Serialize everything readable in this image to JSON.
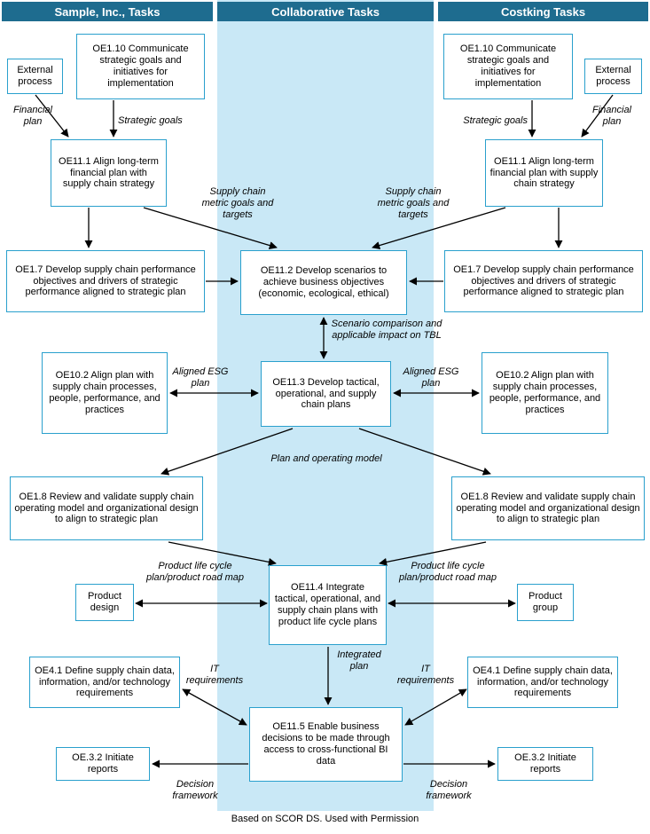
{
  "header": {
    "left": "Sample, Inc., Tasks",
    "middle": "Collaborative Tasks",
    "right": "Costking Tasks"
  },
  "boxes": {
    "external_process": "External process",
    "oe1_10": "OE1.10 Communicate strategic goals and initiatives for implementation",
    "oe11_1": "OE11.1 Align long-term financial plan with supply chain strategy",
    "oe1_7": "OE1.7 Develop supply chain performance objectives and drivers of strategic performance aligned to strategic plan",
    "oe11_2": "OE11.2 Develop scenarios to achieve business objectives (economic, ecological, ethical)",
    "oe10_2": "OE10.2 Align plan with supply chain processes, people, performance, and practices",
    "oe11_3": "OE11.3 Develop tactical, operational, and supply chain plans",
    "oe1_8": "OE1.8 Review and validate supply chain operating model and organizational design to align to strategic plan",
    "oe11_4": "OE11.4 Integrate tactical, operational, and supply chain plans with product life cycle plans",
    "product_design": "Product design",
    "product_group": "Product group",
    "oe4_1": "OE4.1 Define supply chain data, information, and/or technology requirements",
    "oe11_5": "OE11.5 Enable business decisions to be made through access to cross-functional BI data",
    "oe3_2": "OE.3.2 Initiate reports"
  },
  "edge_labels": {
    "financial_plan": "Financial plan",
    "strategic_goals": "Strategic goals",
    "sc_metric_goals": "Supply chain metric goals and targets",
    "scenario_comparison": "Scenario comparison and applicable impact on TBL",
    "aligned_esg": "Aligned ESG plan",
    "plan_operating_model": "Plan and operating model",
    "product_life_cycle": "Product life cycle plan/product road map",
    "it_requirements": "IT requirements",
    "integrated_plan": "Integrated plan",
    "decision_framework": "Decision framework"
  },
  "footer": "Based on SCOR DS. Used with Permission",
  "colors": {
    "header_bg": "#1e6c8f",
    "lane_bg": "#c9e8f6",
    "box_border": "#2aa0cd",
    "arrow": "#000000"
  }
}
